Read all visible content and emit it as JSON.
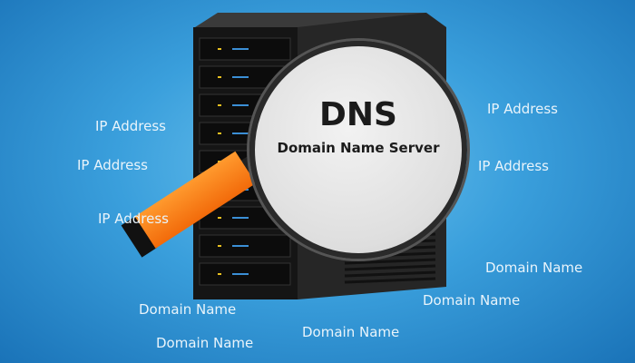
{
  "magnifier": {
    "title": "DNS",
    "subtitle": "Domain Name Server"
  },
  "ip_labels": [
    "IP Address",
    "IP Address",
    "IP Address",
    "IP Address",
    "IP Address"
  ],
  "domain_labels": [
    "Domain Name",
    "Domain Name",
    "Domain Name",
    "Domain Name",
    "Domain Name"
  ],
  "colors": {
    "background": "#3a9fdc",
    "handle": "#f26a0a",
    "server": "#1e1e1e"
  }
}
